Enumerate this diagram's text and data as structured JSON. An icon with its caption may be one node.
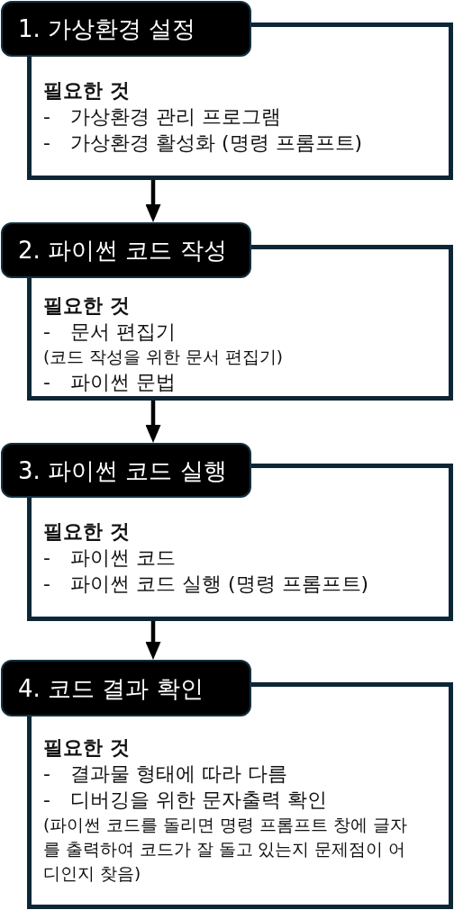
{
  "diagram": {
    "nodes": [
      {
        "text": [
          "1. 가상환경 설정"
        ]
      },
      {
        "text": [
          "필요한 것",
          "- 가상환경 관리 프로그램",
          "- 가상환경 활성화 (명령 프롬프트)"
        ]
      },
      {
        "text": [
          "2. 파이썬 코드 작성"
        ]
      },
      {
        "text": [
          "필요한 것",
          "- 문서 편집기",
          "(코드 작성을 위한 문서 편집기)",
          "- 파이썬 문법"
        ]
      },
      {
        "text": [
          "3. 파이썬 코드 실행"
        ]
      },
      {
        "text": [
          "필요한 것",
          "- 파이썬 코드",
          "- 파이썬 코드 실행 (명령 프롬프트)"
        ]
      },
      {
        "text": [
          "4. 코드 결과 확인"
        ]
      },
      {
        "text": [
          "필요한 것",
          "- 결과물 형태에 따라 다름",
          "- 디버깅을 위한 문자출력 확인",
          "(파이썬 코드를 돌리면 명령 프롬프트 창에 글자를 출력하여 코드가 잘 돌고 있는지 문제점이 어디인지 찾음)"
        ]
      }
    ],
    "edges": [
      {
        "from": 1,
        "to": 2,
        "arrow": "to"
      },
      {
        "from": 3,
        "to": 4,
        "arrow": "to"
      },
      {
        "from": 5,
        "to": 6,
        "arrow": "to"
      }
    ]
  }
}
